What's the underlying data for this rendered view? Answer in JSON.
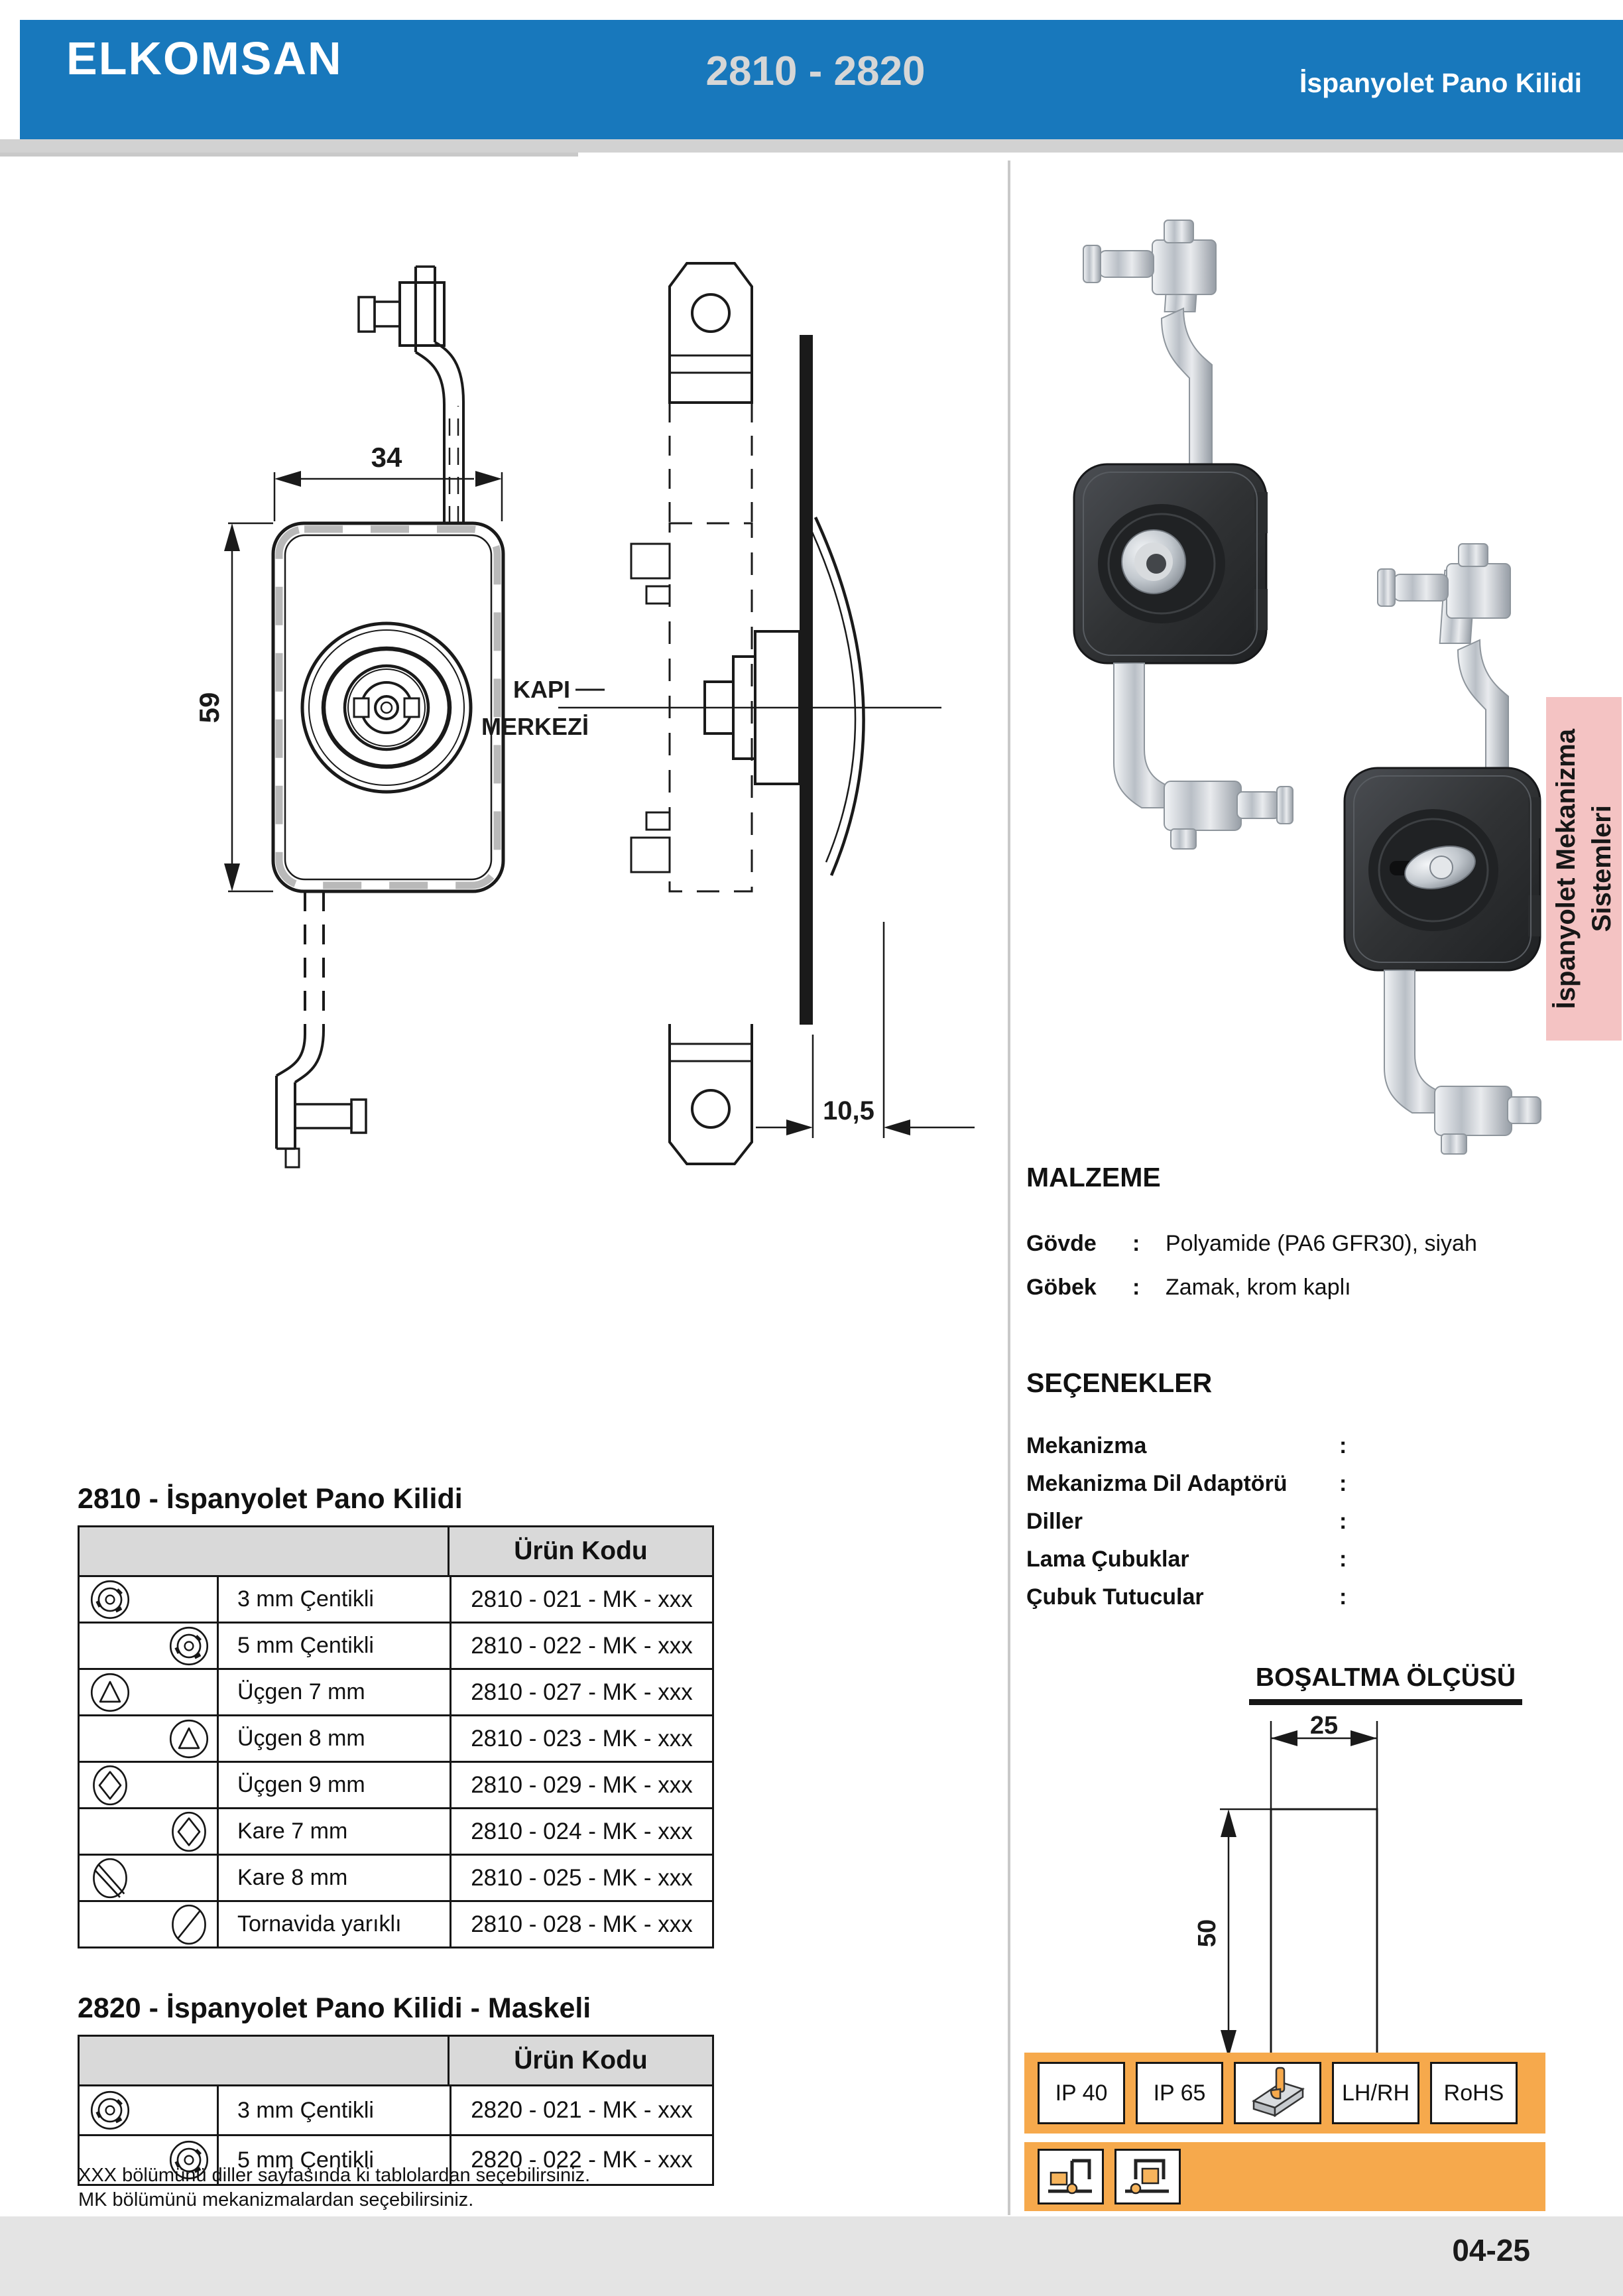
{
  "header": {
    "brand": "ELKOMSAN",
    "model_range": "2810 - 2820",
    "product_title": "İspanyolet Pano Kilidi",
    "bar_color": "#1878bc",
    "model_text_color": "#d6d6d6"
  },
  "side_tab": {
    "line1": "İspanyolet Mekanizma",
    "line2": "Sistemleri",
    "bg_color": "#f4c3c3"
  },
  "front_view": {
    "width_dim": "34",
    "height_dim": "59"
  },
  "side_view": {
    "label_line1": "KAPI",
    "label_line2": "MERKEZİ",
    "offset_dim": "10,5"
  },
  "materials": {
    "heading": "MALZEME",
    "rows": [
      {
        "label": "Gövde",
        "colon": ":",
        "value": "Polyamide (PA6 GFR30), siyah"
      },
      {
        "label": "Göbek",
        "colon": ":",
        "value": "Zamak, krom kaplı"
      }
    ]
  },
  "options": {
    "heading": "SEÇENEKLER",
    "rows": [
      {
        "label": "Mekanizma",
        "colon": ":"
      },
      {
        "label": "Mekanizma Dil Adaptörü",
        "colon": ":"
      },
      {
        "label": "Diller",
        "colon": ":"
      },
      {
        "label": "Lama Çubuklar",
        "colon": ":"
      },
      {
        "label": "Çubuk Tutucular",
        "colon": ":"
      }
    ]
  },
  "cutout": {
    "heading": "BOŞALTMA ÖLÇÜSÜ",
    "width_dim": "25",
    "height_dim": "50"
  },
  "tables": [
    {
      "title": "2810 - İspanyolet Pano Kilidi",
      "code_header": "Ürün Kodu",
      "rows": [
        {
          "icon": "cam-profile",
          "side": "left",
          "label": "3 mm Çentikli",
          "code": "2810 - 021 - MK - xxx"
        },
        {
          "icon": "cam-profile",
          "side": "right",
          "label": "5 mm Çentikli",
          "code": "2810 - 022 - MK - xxx"
        },
        {
          "icon": "triangle",
          "side": "left",
          "label": "Üçgen 7 mm",
          "code": "2810 - 027 - MK - xxx"
        },
        {
          "icon": "triangle",
          "side": "right",
          "label": "Üçgen 8 mm",
          "code": "2810 - 023 - MK - xxx"
        },
        {
          "icon": "diamond",
          "side": "left",
          "label": "Üçgen 9 mm",
          "code": "2810 - 029 - MK - xxx"
        },
        {
          "icon": "diamond",
          "side": "right",
          "label": "Kare 7 mm",
          "code": "2810 - 024 - MK - xxx"
        },
        {
          "icon": "double-slash",
          "side": "left",
          "label": "Kare 8 mm",
          "code": "2810 - 025 - MK - xxx"
        },
        {
          "icon": "slash",
          "side": "right",
          "label": "Tornavida yarıklı",
          "code": "2810 - 028 - MK - xxx"
        }
      ]
    },
    {
      "title": "2820 - İspanyolet Pano Kilidi - Maskeli",
      "code_header": "Ürün Kodu",
      "rows": [
        {
          "icon": "cam-profile",
          "side": "left",
          "label": "3 mm Çentikli",
          "code": "2820 - 021 - MK - xxx"
        },
        {
          "icon": "cam-profile",
          "side": "right",
          "label": "5 mm Çentikli",
          "code": "2820 - 022 - MK - xxx"
        }
      ]
    }
  ],
  "footnotes": [
    "XXX bölümünü diller sayfasında ki tablolardan seçebilirsiniz.",
    "MK bölümünü mekanizmalardan seçebilirsiniz."
  ],
  "badges": {
    "bar_color": "#f6a94c",
    "labels": [
      "IP 40",
      "IP 65",
      "LH/RH",
      "RoHS"
    ],
    "rail_icon": "lama-rail-icon",
    "mount_icons": [
      "panel-mount-outside-icon",
      "panel-mount-inside-icon"
    ]
  },
  "footer": {
    "page_number": "04-25"
  }
}
